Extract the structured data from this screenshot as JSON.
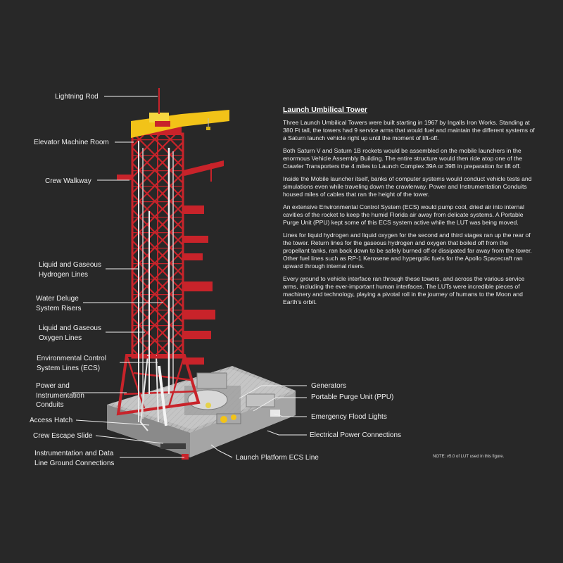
{
  "title": "Launch Umbilical Tower",
  "paragraphs": [
    "Three Launch Umbilical Towers were built starting in 1967 by Ingalls Iron Works. Standing at 380 Ft tall, the towers had 9 service arms that would fuel and maintain the different systems of a Saturn launch vehicle right up until the moment of lift-off.",
    "Both Saturn V and Saturn 1B rockets would be assembled on the mobile launchers in the enormous Vehicle Assembly Building. The entire structure would then ride atop one of the Crawler Transporters the 4 miles to Launch Complex 39A or 39B in preparation for lift off.",
    "Inside the Mobile launcher itself, banks of computer systems would conduct vehicle tests and simulations even while traveling down the crawlerway. Power and Instrumentation Conduits housed miles of cables that ran the height of the tower.",
    "An extensive Environmental Control System (ECS) would pump cool, dried air into internal cavities of the rocket to keep the humid Florida air away from delicate systems. A Portable Purge Unit (PPU) kept some of this ECS system active while the LUT was being moved.",
    "Lines for liquid hydrogen and liquid oxygen for the second and third stages ran up the rear of the tower. Return lines for the gaseous hydrogen and oxygen that boiled off from the propellant tanks, ran back down to be safely burned off or dissipated far away from the tower. Other fuel lines such as RP-1 Kerosene and hypergolic fuels for the Apollo Spacecraft ran upward through internal risers.",
    "Every ground to vehicle interface ran through these towers, and across the various service arms, including the ever-important human interfaces. The LUTs were incredible pieces of machinery and technology, playing a pivotal roll in the journey of humans to the Moon and Earth's orbit."
  ],
  "left_labels": [
    "Lightning Rod",
    "Elevator Machine Room",
    "Crew Walkway",
    "Liquid and Gaseous\nHydrogen Lines",
    "Water Deluge\nSystem Risers",
    "Liquid and Gaseous\nOxygen Lines",
    "Environmental Control\nSystem Lines (ECS)",
    "Power and\nInstrumentation\nConduits",
    "Access Hatch",
    "Crew Escape Slide",
    "Instrumentation and Data\nLine Ground Connections"
  ],
  "right_labels": [
    "Generators",
    "Portable Purge Unit (PPU)",
    "Emergency Flood Lights",
    "Electrical Power Connections",
    "Launch Platform ECS Line"
  ],
  "note": "NOTE: v5.0 of LUT used in this figure.",
  "colors": {
    "background": "#282828",
    "tower_red": "#c8232a",
    "crane_yellow": "#f2c318",
    "platform_gray": "#bdbdbd",
    "text": "#f0f0f0"
  }
}
